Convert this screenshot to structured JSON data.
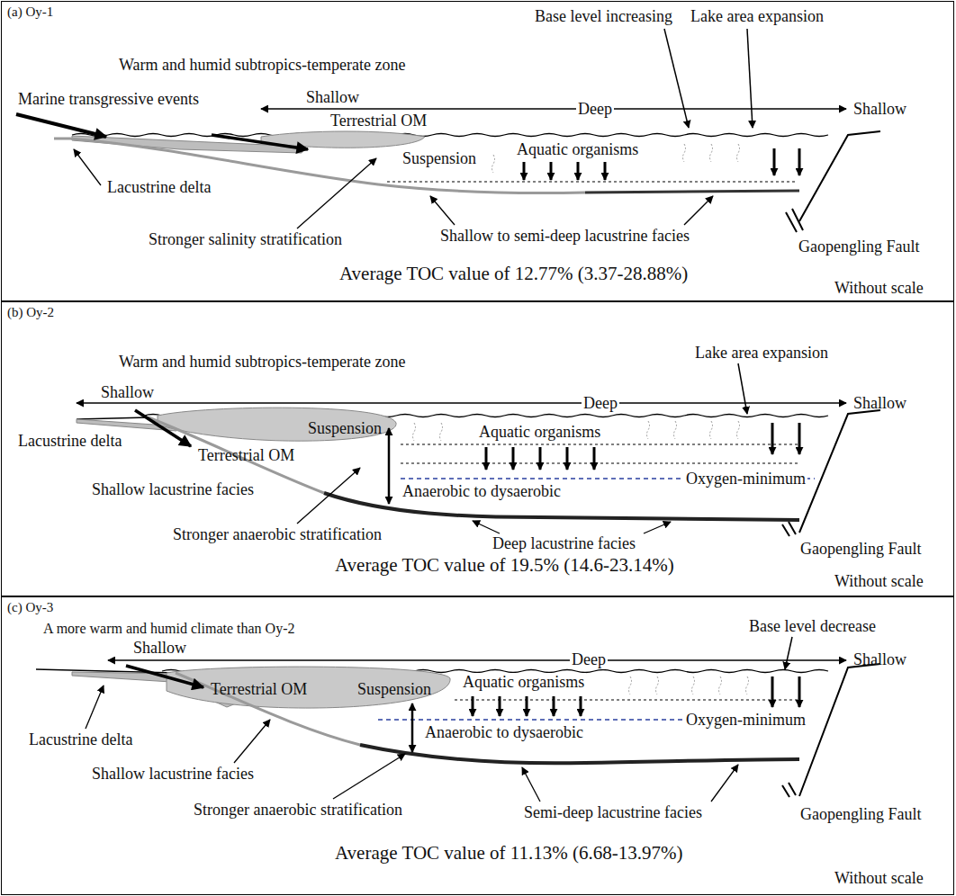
{
  "diagram": {
    "nodes": [
      {
        "text": [
          "(a) Oy-1"
        ]
      },
      {
        "text": [
          "(b) Oy-2"
        ]
      },
      {
        "text": [
          "(c) Oy-3"
        ]
      }
    ],
    "labels": [
      "Warm and humid subtropics-temperate zone",
      "Base level increasing",
      "Lake area expansion",
      "Marine transgressive events",
      "Shallow",
      "Deep",
      "Shallow",
      "Terrestrial OM",
      "Suspension",
      "Aquatic organisms",
      "Lacustrine delta",
      "Stronger salinity stratification",
      "Shallow to semi-deep lacustrine facies",
      "Gaopengling Fault",
      "Average TOC value of 12.77% (3.37-28.88%)",
      "Without scale",
      "Warm and humid subtropics-temperate zone",
      "Lake area expansion",
      "Shallow",
      "Deep",
      "Shallow",
      "Lacustrine delta",
      "Suspension",
      "Aquatic organisms",
      "Terrestrial OM",
      "Shallow lacustrine facies",
      "Oxygen-minimum",
      "Anaerobic to dysaerobic",
      "Stronger anaerobic stratification",
      "Deep lacustrine facies",
      "Gaopengling Fault",
      "Average TOC value of 19.5% (14.6-23.14%)",
      "Without scale",
      "A more warm and humid climate than Oy-2",
      "Base level decrease",
      "Shallow",
      "Deep",
      "Shallow",
      "Terrestrial OM",
      "Suspension",
      "Aquatic organisms",
      "Oxygen-minimum",
      "Anaerobic to dysaerobic",
      "Lacustrine delta",
      "Shallow lacustrine facies",
      "Stronger anaerobic stratification",
      "Semi-deep lacustrine facies",
      "Gaopengling Fault",
      "Average TOC value of 11.13% (6.68-13.97%)",
      "Without scale"
    ]
  }
}
